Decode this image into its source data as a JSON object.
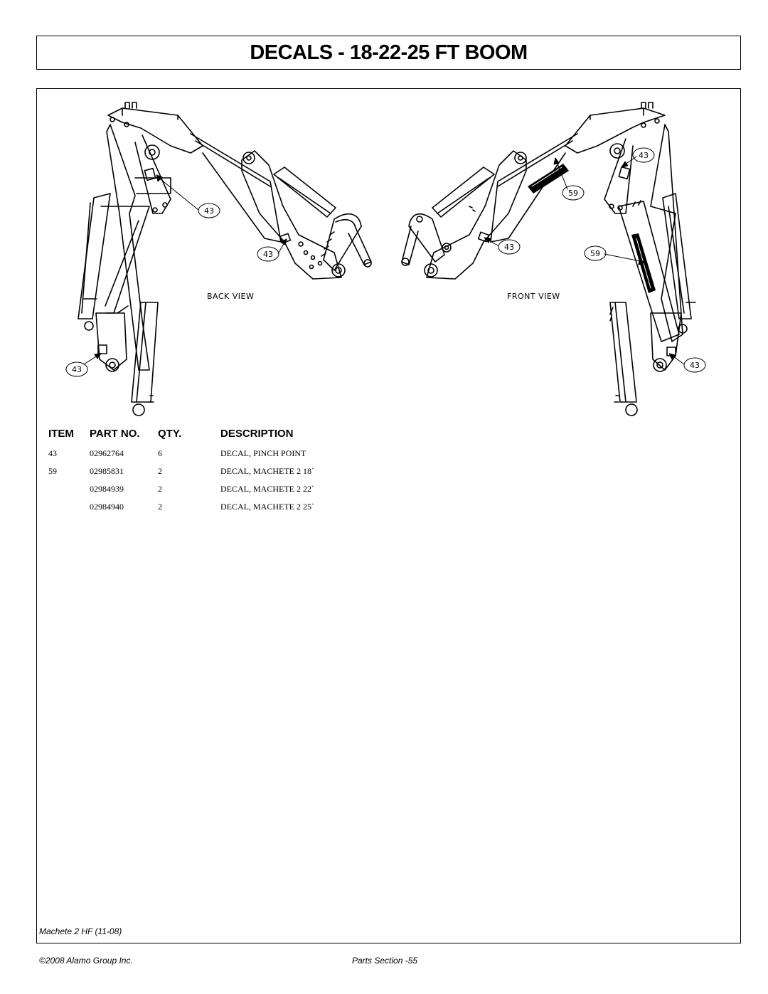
{
  "page_title": "DECALS - 18-22-25 FT BOOM",
  "figure": {
    "back_view_label": "BACK VIEW",
    "front_view_label": "FRONT VIEW",
    "callouts": [
      "43",
      "43",
      "43",
      "59",
      "43",
      "59",
      "43",
      "43"
    ]
  },
  "parts_table": {
    "headers": {
      "item": "ITEM",
      "part_no": "PART NO.",
      "qty": "QTY.",
      "description": "DESCRIPTION"
    },
    "rows": [
      {
        "item": "43",
        "part_no": "02962764",
        "qty": "6",
        "description": "DECAL, PINCH POINT"
      },
      {
        "item": "59",
        "part_no": "02985831",
        "qty": "2",
        "description": "DECAL, MACHETE 2 18`"
      },
      {
        "item": "",
        "part_no": "02984939",
        "qty": "2",
        "description": "DECAL, MACHETE 2 22`"
      },
      {
        "item": "",
        "part_no": "02984940",
        "qty": "2",
        "description": "DECAL, MACHETE 2 25`"
      }
    ]
  },
  "footer": {
    "model": "Machete 2 HF (11-08)",
    "copyright": "©2008 Alamo Group Inc.",
    "page": "Parts Section -55"
  }
}
